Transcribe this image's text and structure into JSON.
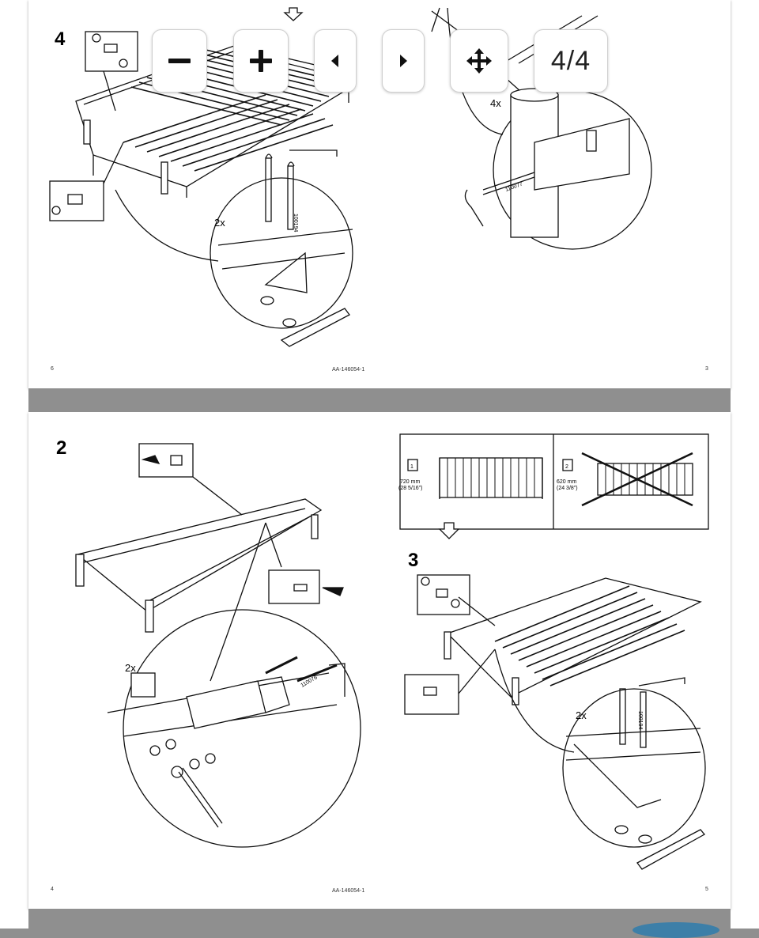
{
  "toolbar": {
    "zoom_out_icon": "minus-icon",
    "zoom_in_icon": "plus-icon",
    "prev_icon": "triangle-left-icon",
    "next_icon": "triangle-right-icon",
    "move_icon": "four-arrow-move-icon",
    "page_indicator": "4/4"
  },
  "top_page": {
    "step_label": "4",
    "left_qty": "2x",
    "right_qty": "4x",
    "screw_code_left": "100194",
    "screw_code_right": "110077",
    "footer_left": "6",
    "footer_center": "AA-146054-1",
    "footer_right": "3"
  },
  "bottom_page": {
    "step2_label": "2",
    "step2_qty": "2x",
    "step2_screw_code": "110076",
    "step3_label": "3",
    "step3_qty": "2x",
    "step3_screw_code": "100194",
    "option1_box": "1",
    "option1_size_mm": "720 mm",
    "option1_size_in": "(28 5/16\")",
    "option2_box": "2",
    "option2_size_mm": "620 mm",
    "option2_size_in": "(24 3/8\")",
    "footer_left": "4",
    "footer_center": "AA-146054-1",
    "footer_right": "5"
  }
}
